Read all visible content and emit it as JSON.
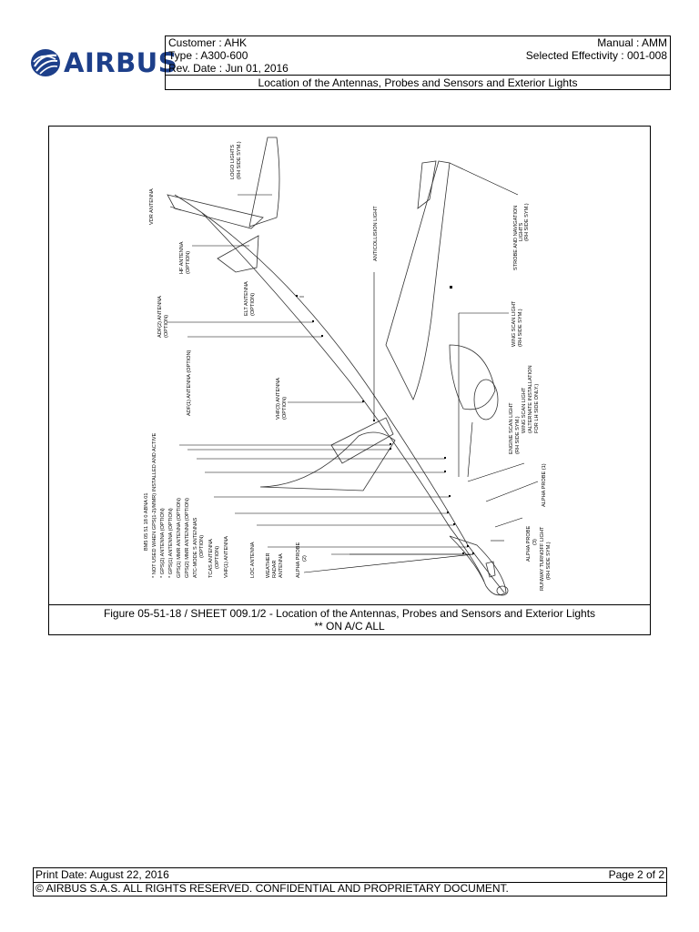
{
  "logo": {
    "text": "AIRBUS",
    "icon": "airbus-swirl-icon",
    "color": "#1d3f8a"
  },
  "header": {
    "customer": "Customer : AHK",
    "type": "Type : A300-600",
    "rev_date": "Rev. Date : Jun 01, 2016",
    "manual": "Manual : AMM",
    "effectivity": "Selected Effectivity : 001-008",
    "title": "Location of the Antennas, Probes and Sensors and Exterior Lights"
  },
  "figure": {
    "labels": {
      "logo_lights": "LOGO LIGHTS",
      "logo_lights_sub": "(RH SIDE SYM.)",
      "vdr_antenna": "VDR ANTENNA",
      "hf_antenna": "HF ANTENNA",
      "hf_antenna_sub": "(OPTION)",
      "anticollision_light": "ANTICOLLISION LIGHT",
      "elt_antenna": "ELT ANTENNA",
      "elt_antenna_sub": "(OPTION)",
      "adf2_antenna": "ADF(2) ANTENNA",
      "adf2_antenna_sub": "(OPTION)",
      "adf1_antenna": "ADF(1) ANTENNA (OPTION)",
      "vhf3_antenna": "VHF(3) ANTENNA",
      "vhf3_antenna_sub": "(OPTION)",
      "strobe_nav": "STROBE AND NAVIGATION",
      "strobe_nav_2": "LIGHTS",
      "strobe_nav_sub": "(RH SIDE SYM.)",
      "wing_scan": "WING SCAN LIGHT",
      "wing_scan_sub": "(RH SIDE SYM.)",
      "engine_scan": "ENGINE SCAN LIGHT",
      "engine_scan_sub": "(RH SIDE SYM.)",
      "wing_scan_alt_1": "WING SCAN LIGHT",
      "wing_scan_alt_2": "(ALTERNATE INSTALLATION",
      "wing_scan_alt_3": "FOR LH SIDE ONLY.)",
      "alpha_probe_1": "ALPHA PROBE (1)",
      "alpha_probe_3": "ALPHA PROBE",
      "alpha_probe_3_sub": "(3)",
      "runway_turnoff": "RUNWAY TURNOFF LIGHT",
      "runway_turnoff_sub": "(RH SIDE SYM.)",
      "ref": "BM5 05 51 18 0 ABNA 01",
      "note": "* NOT USED WHEN GPS(1-2)/MMR) INSTALLED AND ACTIVE",
      "gps2": "* GPS(2) ANTENNA (OPTION)",
      "gps1": "* GPS(1) ANTENNA (OPTION)",
      "gps1_mmr": "GPS(1) MMR ANTENNA (OPTION)",
      "gps2_mmr": "GPS(2) MMR ANTENNA (OPTION)",
      "atc": "ATC-MODE S ANTENNAS",
      "atc_sub": "(OPTION)",
      "tcas": "TCAS ANTENNA",
      "tcas_sub": "(OPTION)",
      "vhf1": "VHF(1) ANTENNA",
      "loc": "LOC ANTENNA",
      "weather_1": "WEATHER",
      "weather_2": "RADAR",
      "weather_3": "ANTENNA",
      "alpha_probe_2": "ALPHA PROBE",
      "alpha_probe_2_sub": "(2)"
    }
  },
  "caption": {
    "line1": "Figure 05-51-18 / SHEET 009.1/2 - Location of the Antennas, Probes and Sensors and Exterior Lights",
    "line2": "** ON A/C ALL"
  },
  "footer": {
    "print_date": "Print Date: August 22, 2016",
    "page": "Page 2 of 2",
    "copyright": "© AIRBUS S.A.S. ALL RIGHTS RESERVED. CONFIDENTIAL AND PROPRIETARY DOCUMENT."
  }
}
